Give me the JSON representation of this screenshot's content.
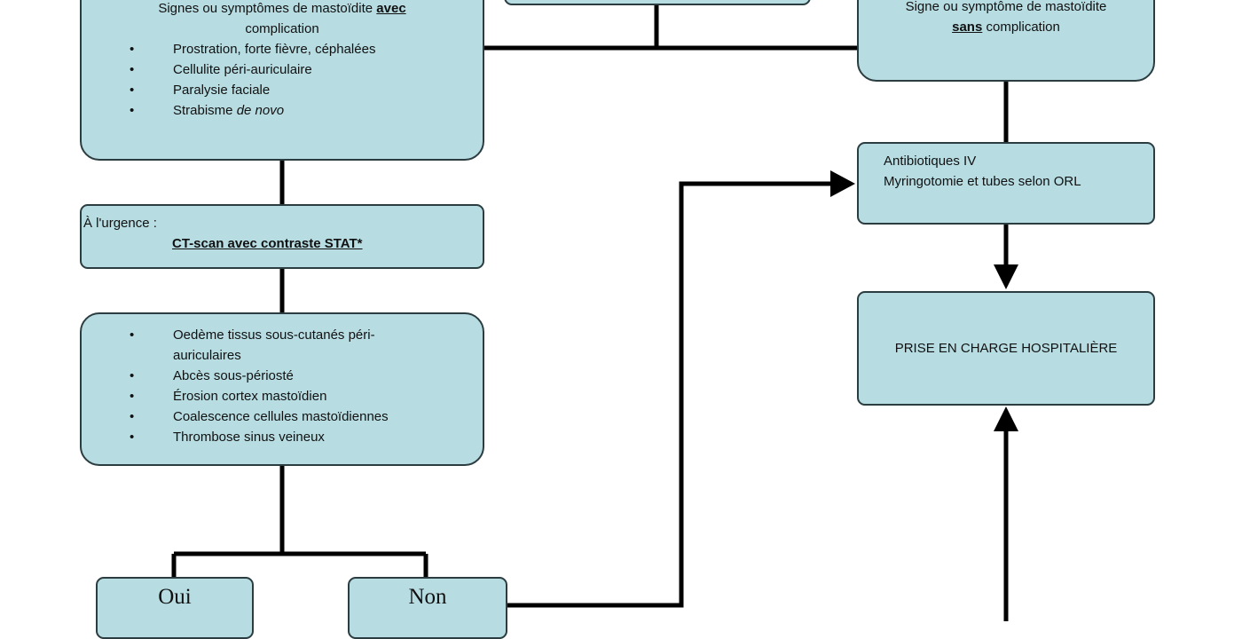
{
  "box_with_complication": {
    "title_before": "Signes ou symptômes de mastoïdite",
    "title_emph": "avec",
    "title_line2": "complication",
    "items": [
      {
        "text": "Prostration, forte fièvre, céphalées"
      },
      {
        "text": "Cellulite péri-auriculaire"
      },
      {
        "text": "Paralysie faciale"
      },
      {
        "text": "Strabisme",
        "italic": "de novo"
      }
    ]
  },
  "box_without_complication": {
    "line1": "Signe ou symptôme de mastoïdite",
    "emph": "sans",
    "line2_rest": "complication"
  },
  "box_urgence": {
    "label": "À l'urgence :",
    "action": "CT-scan avec contraste STAT*"
  },
  "box_ct_findings": {
    "items": [
      "Oedème tissus sous-cutanés péri-",
      "auriculaires",
      "Abcès sous-périosté",
      "Érosion cortex mastoïdien",
      "Coalescence cellules mastoïdiennes",
      "Thrombose sinus veineux"
    ]
  },
  "box_antibiotics": {
    "line1": "Antibiotiques IV",
    "line2": "Myringotomie et tubes selon ORL"
  },
  "box_hospital": {
    "text": "PRISE EN CHARGE HOSPITALIÈRE"
  },
  "box_yes": {
    "text": "Oui"
  },
  "box_no": {
    "text": "Non"
  },
  "colors": {
    "box_fill": "#b7dde3",
    "box_border": "#2b3d40",
    "connector": "#000000"
  }
}
